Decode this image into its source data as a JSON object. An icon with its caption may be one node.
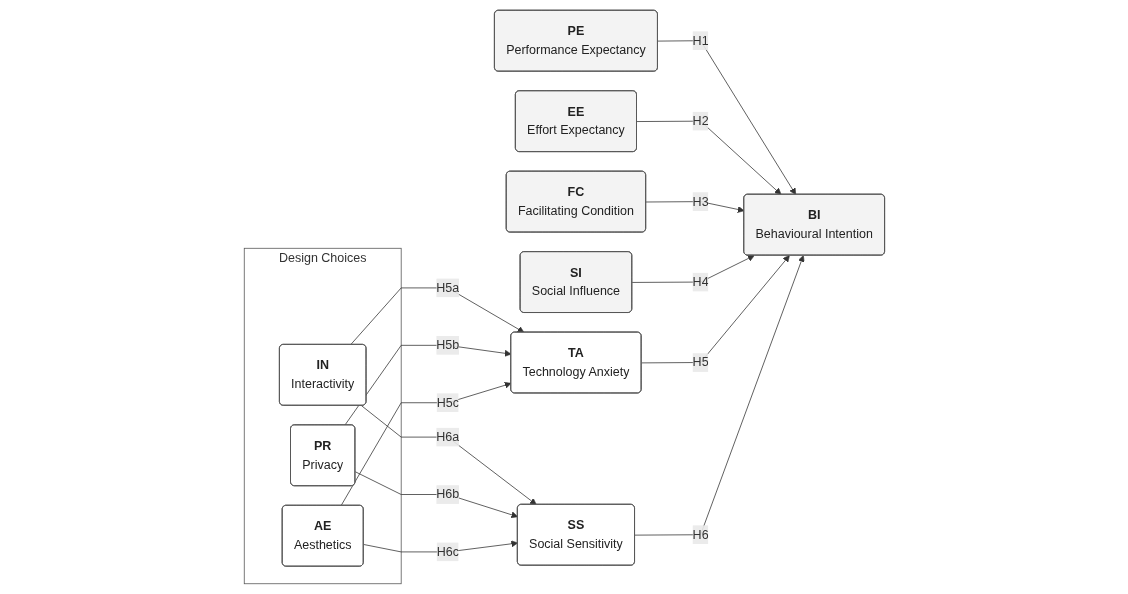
{
  "diagram": {
    "nodes": [
      {
        "text": [
          "Design Choices"
        ]
      },
      {
        "text": [
          "IN",
          "Interactivity"
        ],
        "in": 0
      },
      {
        "text": [
          "PR",
          "Privacy"
        ],
        "in": 0
      },
      {
        "text": [
          "AE",
          "Aesthetics"
        ],
        "in": 0
      },
      {
        "text": [
          "PE",
          "Performance Expectancy"
        ]
      },
      {
        "text": [
          "EE",
          "Effort Expectancy"
        ]
      },
      {
        "text": [
          "FC",
          "Facilitating Condition"
        ]
      },
      {
        "text": [
          "SI",
          "Social Influence"
        ]
      },
      {
        "text": [
          "TA",
          "Technology Anxiety"
        ]
      },
      {
        "text": [
          "SS",
          "Social Sensitivity"
        ]
      },
      {
        "text": [
          "BI",
          "Behavioural Intention"
        ]
      }
    ],
    "edges": [
      {
        "from": 4,
        "to": 10,
        "arrow": "to",
        "label": "H1"
      },
      {
        "from": 5,
        "to": 10,
        "arrow": "to",
        "label": "H2"
      },
      {
        "from": 6,
        "to": 10,
        "arrow": "to",
        "label": "H3"
      },
      {
        "from": 7,
        "to": 10,
        "arrow": "to",
        "label": "H4"
      },
      {
        "from": 8,
        "to": 10,
        "arrow": "to",
        "label": "H5"
      },
      {
        "from": 9,
        "to": 10,
        "arrow": "to",
        "label": "H6"
      },
      {
        "from": 1,
        "to": 8,
        "arrow": "to",
        "label": "H5a"
      },
      {
        "from": 1,
        "to": 9,
        "arrow": "to",
        "label": "H6a"
      },
      {
        "from": 2,
        "to": 8,
        "arrow": "to",
        "label": "H5b"
      },
      {
        "from": 2,
        "to": 9,
        "arrow": "to",
        "label": "H6b"
      },
      {
        "from": 3,
        "to": 8,
        "arrow": "to",
        "label": "H5c"
      },
      {
        "from": 3,
        "to": 9,
        "arrow": "to",
        "label": "H6c"
      }
    ]
  }
}
